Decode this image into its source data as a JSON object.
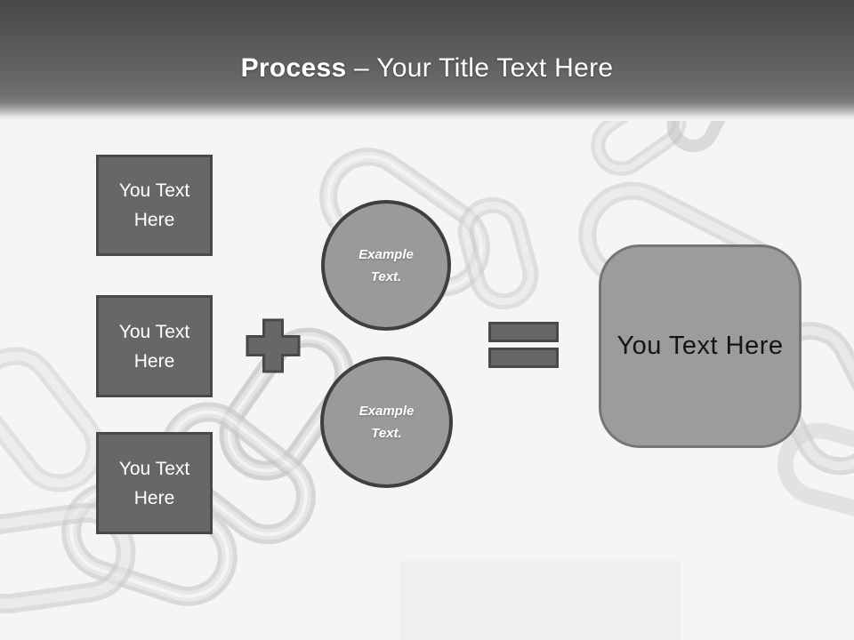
{
  "header": {
    "title_bold": "Process",
    "title_dash": "–",
    "title_rest": "Your Title Text Here"
  },
  "diagram": {
    "input_boxes": [
      {
        "label": "You Text Here"
      },
      {
        "label": "You Text Here"
      },
      {
        "label": "You Text Here"
      }
    ],
    "plus_icon": "plus-icon",
    "equals_icon": "equals-icon",
    "circles": [
      {
        "label": "Example\nText."
      },
      {
        "label": "Example\nText."
      }
    ],
    "result_box": {
      "label": "You Text Here"
    },
    "background_image": "faint-broken-chain-photo"
  },
  "colors": {
    "header_gradient_top": "#474747",
    "header_gradient_bottom": "#f5f5f6",
    "title_text": "#ffffff",
    "shape_dark_fill": "#676767",
    "shape_dark_border": "#484848",
    "circle_fill": "#9a9a9a",
    "circle_border": "#3f3f3f",
    "result_fill": "#9c9c9c",
    "result_border": "#757575",
    "result_text": "#141414",
    "page_background": "#f5f5f6",
    "chain_tint": "#d2d2d2"
  }
}
